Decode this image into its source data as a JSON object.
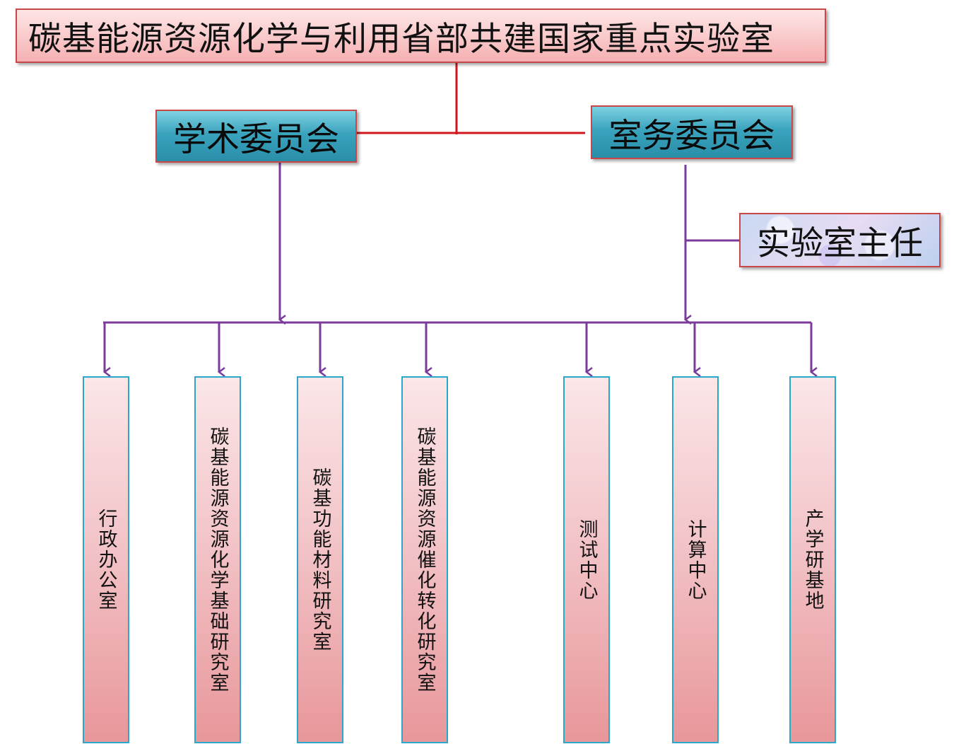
{
  "title": "碳基能源资源化学与利用省部共建国家重点实验室",
  "committees": {
    "academic": "学术委员会",
    "affairs": "室务委员会"
  },
  "director": "实验室主任",
  "units": [
    "行政办公室",
    "碳基能源资源化学基础研究室",
    "碳基功能材料研究室",
    "碳基能源资源催化转化研究室",
    "测试中心",
    "计算中心",
    "产学研基地"
  ],
  "colors": {
    "top_connector": "#d0161c",
    "branch_connector": "#7a3b9b",
    "box_border": "#c8484a",
    "unit_border": "#2aa7c9"
  }
}
